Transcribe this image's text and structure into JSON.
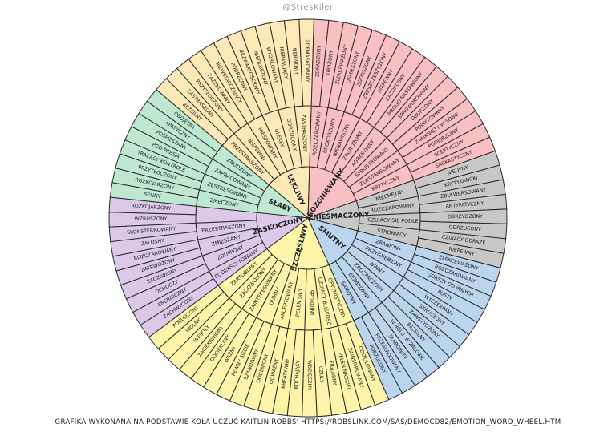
{
  "handle": "@StresKiler",
  "credit": "GRAFIKA WYKONANA NA PODSTAWIE KOŁA UCZUĆ KAITLIN ROBBS' HTTPS://ROBSLINK.COM/SAS/DEMOCD82/EMOTION_WORD_WHEEL.HTM",
  "colors": {
    "slaby": "#bfe8d3",
    "lekliwy": "#fde9b8",
    "rozgniewany": "#f9c0c2",
    "zniesmaczony": "#c8c8c8",
    "smutny": "#bcd5ef",
    "szczesliwy": "#fcf5a9",
    "zaskoczony": "#dcc9ea",
    "outline": "#2a2a2a"
  },
  "wheel": [
    {
      "name": "SŁABY",
      "color": "slaby",
      "children": [
        {
          "name": "ZMĘCZONY",
          "leaves": [
            "SENNY",
            "ROZKOJARZONY"
          ]
        },
        {
          "name": "ZESTRESOWANY",
          "leaves": [
            "PRZYTŁOCZONY",
            "TRACĄCY KONTROLĘ"
          ]
        },
        {
          "name": "ZAPRACOWANY",
          "leaves": [
            "POD PRESJĄ",
            "POŚPIESZANY"
          ]
        },
        {
          "name": "ZNUDZONY",
          "leaves": [
            "APATYCZNY",
            "OBOJĘTNY"
          ]
        }
      ]
    },
    {
      "name": "LĘKLIWY",
      "color": "lekliwy",
      "children": [
        {
          "name": "PRZESTRASZONY",
          "leaves": [
            "BEZSILNY",
            "ZASTRASZONY"
          ]
        },
        {
          "name": "NIEPEWNY",
          "leaves": [
            "PRZYTŁOCZONY",
            "ZAŻENOWANY"
          ]
        },
        {
          "name": "NIESPOKOJNY",
          "leaves": [
            "NIEWSTARCZAJĄCY",
            "PODRZĘDNY"
          ]
        },
        {
          "name": "ULĘKŁY",
          "leaves": [
            "BEZWARTOŚCIOWY",
            "NIEDŁUSZONY"
          ]
        },
        {
          "name": "ODRZUCONY",
          "leaves": [
            "WYOBCOWANY",
            "NIEPASUJĄCY"
          ]
        },
        {
          "name": "ZASTRASZONY",
          "leaves": [
            "NERWOWY",
            "ZDEMASKOWANY"
          ]
        }
      ]
    },
    {
      "name": "ROZGNIEWANY",
      "color": "rozgniewany",
      "children": [
        {
          "name": "ROZCZAROWANY",
          "leaves": [
            "ZDRADZONY",
            "URAŻONY"
          ]
        },
        {
          "name": "UPOKORZONY",
          "leaves": [
            "ZLEKCEWAŻONY",
            "OŚMIESZONY"
          ]
        },
        {
          "name": "NIENAWISTNY",
          "leaves": [
            "ZGORSZONY",
            "ZBESZCZESZCZONY"
          ]
        },
        {
          "name": "ZAGROŻONY",
          "leaves": [
            "NIEPEWNY",
            "ZAZDROSNY"
          ]
        },
        {
          "name": "AGRESYWNY",
          "leaves": [
            "WROGO NASTAWIONY",
            "SPROWOKOWANY"
          ]
        },
        {
          "name": "SFRUSTROWANY",
          "leaves": [
            "OBURZONY",
            "POIRYTOWANY"
          ]
        },
        {
          "name": "ZDYSTANSOWANY",
          "leaves": [
            "ZAMKNIĘTY W SOBIE",
            "PODEJRZLIWY"
          ]
        },
        {
          "name": "KRYTYCZNY",
          "leaves": [
            "SCEPTYCZNY",
            "SARKASTYCZNY"
          ]
        }
      ]
    },
    {
      "name": "ZNIESMACZONY",
      "color": "zniesmaczony",
      "children": [
        {
          "name": "NIECHĘTNY",
          "leaves": [
            "NIEUFNY",
            "KRYTYKANCKI"
          ]
        },
        {
          "name": "ROZCZAROWANY",
          "leaves": [
            "ZBULWERSOWANY",
            "ANTYPATYCZNY"
          ]
        },
        {
          "name": "CZUJĄCY SIĘ PODLE",
          "leaves": [
            "OBRZYDZONY",
            "ODRZUCONY"
          ]
        },
        {
          "name": "STRONIĄCY",
          "leaves": [
            "CZUJĄCY ODRAZĘ",
            "NIEPEWNY"
          ]
        }
      ]
    },
    {
      "name": "SMUTNY",
      "color": "smutny",
      "children": [
        {
          "name": "ZRANIONY",
          "leaves": [
            "ZLEKCEWAŻONY",
            "ROZCZAROWANY"
          ]
        },
        {
          "name": "PRZYGNĘBIONY",
          "leaves": [
            "GORSZY OD INNYCH",
            "PUSTY"
          ]
        },
        {
          "name": "WINNY",
          "leaves": [
            "WYCZERPANY",
            "SKRUSZONY"
          ]
        },
        {
          "name": "ZROZPACZONY",
          "leaves": [
            "ZAWSTYDZONY",
            "BEZSILNY"
          ]
        },
        {
          "name": "BEZBRONNY",
          "leaves": [
            "W BÓLU, W ŻAŁOBIE",
            "SŁABOWITY"
          ]
        },
        {
          "name": "SAMOTNY",
          "leaves": [
            "PRZEŚLADOWANY",
            "PORZUCONY"
          ]
        }
      ]
    },
    {
      "name": "SZCZĘŚLIWY",
      "color": "szczesliwy",
      "children": [
        {
          "name": "OPTYMISTYCZNY",
          "leaves": [
            "ODIZOLOWANY",
            "ZAINSPIROWANY"
          ]
        },
        {
          "name": "CZUJĄCY BLISKOŚĆ",
          "leaves": [
            "PEŁEN NADZIEI",
            "FIGLARNY"
          ]
        },
        {
          "name": "SPOKOJNY",
          "leaves": [
            "CZUŁY",
            "WDZIĘCZNY"
          ]
        },
        {
          "name": "PEŁEN SIŁY",
          "leaves": [
            "KOCHAJĄCY",
            "KREATYWNY"
          ]
        },
        {
          "name": "AKCEPTOWANY",
          "leaves": [
            "ODWAŻNY",
            "DOCENIONY"
          ]
        },
        {
          "name": "DUMNY",
          "leaves": [
            "SZANOWANY",
            "PEWNY SIEBIE"
          ]
        },
        {
          "name": "ZAINTERESOWANY",
          "leaves": [
            "WAŻNY",
            "DOCIEKLIWY"
          ]
        },
        {
          "name": "ZADOWOLONY",
          "leaves": [
            "ZACIEKAWIONY",
            "WESOŁY"
          ]
        },
        {
          "name": "ZARTOBLIWY",
          "leaves": [
            "WOLNY",
            "POBUDZONY"
          ]
        }
      ]
    },
    {
      "name": "ZASKOCZONY",
      "color": "zaskoczony",
      "children": [
        {
          "name": "PODEKSCYTOWANY",
          "leaves": [
            "ZACHWYCONY",
            "ENERGICZNY"
          ]
        },
        {
          "name": "ZDUMIONY",
          "leaves": [
            "OCHOCZY",
            "ZADZIWIONY"
          ]
        },
        {
          "name": "ZMIESZANY",
          "leaves": [
            "ZATRWOŻONY",
            "ROZCZAROWANY"
          ]
        },
        {
          "name": "PRZESTRASZONY",
          "leaves": [
            "ZAŁOSNY",
            "SKONSTERNOWANY"
          ]
        },
        {
          "name": "",
          "leaves": [
            "WZRUSZONY",
            "ROZKOJARZONY"
          ]
        }
      ]
    }
  ]
}
